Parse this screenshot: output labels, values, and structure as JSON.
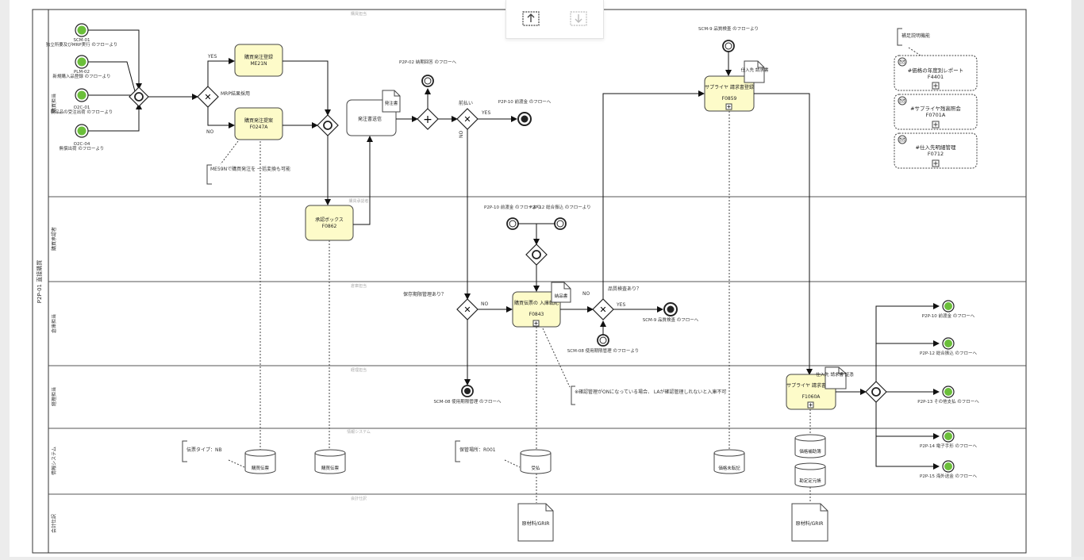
{
  "pool": {
    "label": "P2P-01 直接購買"
  },
  "lanes": [
    {
      "label": "購買担当",
      "header": "購買担当"
    },
    {
      "label": "購買承認者",
      "header": "購買承認者"
    },
    {
      "label": "倉庫担当",
      "header": "倉庫担当"
    },
    {
      "label": "経理担当",
      "header": "経理担当"
    },
    {
      "label": "情報システム",
      "header": "情報システム"
    },
    {
      "label": "会計仕訳",
      "header": "会計仕訳"
    }
  ],
  "start_events": [
    {
      "id": "SCM-01",
      "text": "独立所要及びMRP実行 のフローより"
    },
    {
      "id": "PLM-02",
      "text": "新規購入品登録 のフローより"
    },
    {
      "id": "O2C-01",
      "text": "製品品の受注出荷 のフローより"
    },
    {
      "id": "O2C-04",
      "text": "無償出荷 のフローより"
    }
  ],
  "tasks": {
    "po_create": {
      "title": "購買発注登録",
      "code": "ME21N"
    },
    "po_proposal": {
      "title": "購買発注提案",
      "code": "F0247A"
    },
    "po_send": {
      "title": "発注書送信"
    },
    "approve": {
      "title": "承認ボックス",
      "code": "F0862"
    },
    "goods_receipt": {
      "title": "購買伝票の 入庫転記",
      "code": "F0843"
    },
    "invoice_register": {
      "title": "サプライヤ 請求書登録",
      "code": "F0859"
    },
    "invoice_list": {
      "title": "サプライヤ 請求書一覧",
      "code": "F1060A"
    }
  },
  "documents": {
    "po_doc": "発注書",
    "delivery_doc": "納品書",
    "invoice_doc": "仕入先 請求書",
    "invoice_doc2": "仕入先 請求書 証憑"
  },
  "labels": {
    "yes": "YES",
    "no": "NO",
    "mrp": "MRP結果採用",
    "prepay": "前払い",
    "inspection_q": "保存期限管理あり？",
    "quality_q": "品質検査あり？",
    "me59n_note": "ME59Nで購買発注を 一括変換も可能",
    "lot_note": "※確認管理がONになっている場合、 LAが確認管理しれないと入庫不可",
    "doc_type": "伝票タイプ：NB",
    "storage": "保管場所：R001",
    "supp_note": "補足説明機能"
  },
  "events": {
    "p2p02": "P2P-02 納期回答 のフローへ",
    "p2p10a": "P2P-10 前渡金 のフローへ",
    "p2p10b": "P2P-10 前渡金 のフローより",
    "p2p12": "P2P-12 総合振込 のフローより",
    "scm9a": "SCM-9 品質検査 のフローより",
    "scm9b": "SCM-9 品質検査 のフローへ",
    "scm08a": "SCM-08 使用期限管理 のフローへ",
    "scm08b": "SCM-08 使用期限管理 のフローより"
  },
  "end_events": [
    "P2P-10 前渡金 のフローへ",
    "P2P-12 総合振込 のフローへ",
    "P2P-13 その他支払 のフローへ",
    "P2P-14 電子手形 のフローへ",
    "P2P-15 海外送金 のフローへ"
  ],
  "data_stores": {
    "purchase_doc1": "購買伝票",
    "purchase_doc2": "購買伝票",
    "stock": "受払",
    "tax": "価格未転記",
    "account": "価格補助簿",
    "settled": "勘定定元帳"
  },
  "journals": [
    "原材料/GRIR",
    "原材料/GRIR"
  ],
  "reports": [
    {
      "title": "#価格の年度別レポート",
      "code": "F4401"
    },
    {
      "title": "#サプライヤ残高照会",
      "code": "F0701A"
    },
    {
      "title": "#仕入先明細管理",
      "code": "F0712"
    }
  ],
  "toolbar": {
    "upload": "upload",
    "download": "download"
  }
}
